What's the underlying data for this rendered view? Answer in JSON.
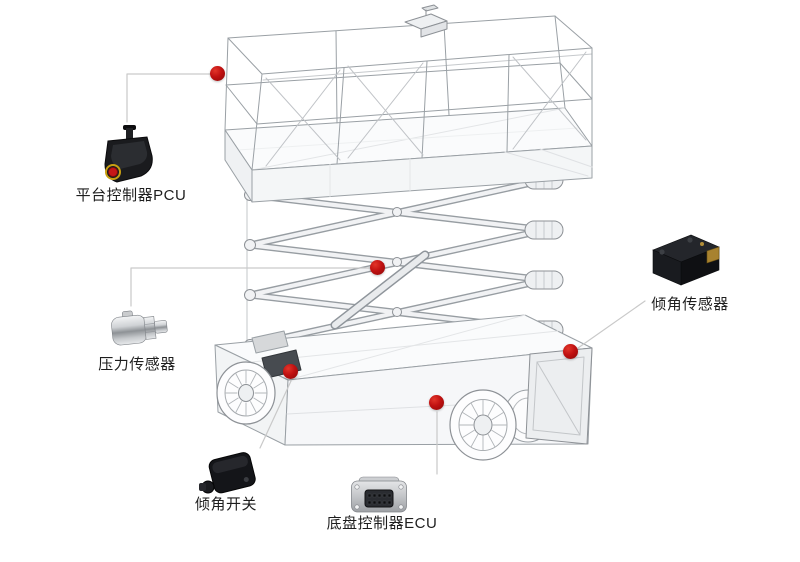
{
  "diagram": {
    "subject": "scissor-lift-wireframe-illustration",
    "colors": {
      "marker": "#b91010",
      "callout_line": "#c9c9c9",
      "wireframe": "#9aa0a5",
      "label_text": "#1e1e1e",
      "background": "#ffffff"
    },
    "components": [
      {
        "id": "platform-pcu",
        "label": "平台控制器PCU",
        "icon": "joystick-controller-photo"
      },
      {
        "id": "pressure-sensor",
        "label": "压力传感器",
        "icon": "pressure-transducer-photo"
      },
      {
        "id": "tilt-switch",
        "label": "倾角开关",
        "icon": "tilt-switch-photo"
      },
      {
        "id": "chassis-ecu",
        "label": "底盘控制器ECU",
        "icon": "ecu-module-photo"
      },
      {
        "id": "tilt-sensor",
        "label": "倾角传感器",
        "icon": "tilt-sensor-photo"
      }
    ]
  }
}
